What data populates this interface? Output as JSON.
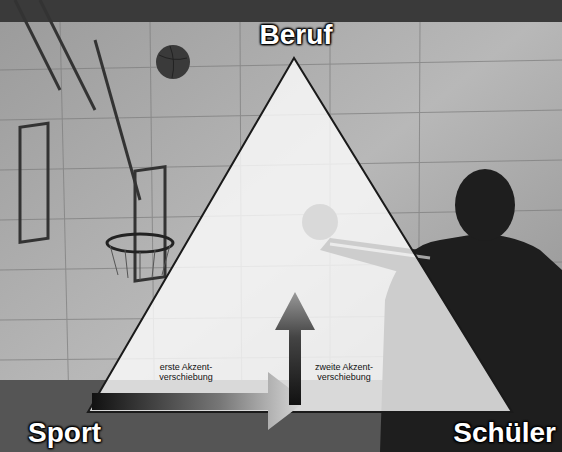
{
  "diagram": {
    "labels": [
      "Beruf",
      "Sport",
      "Schüler",
      "erste Akzent- verschiebung",
      "zweite Akzent- verschiebung"
    ]
  }
}
